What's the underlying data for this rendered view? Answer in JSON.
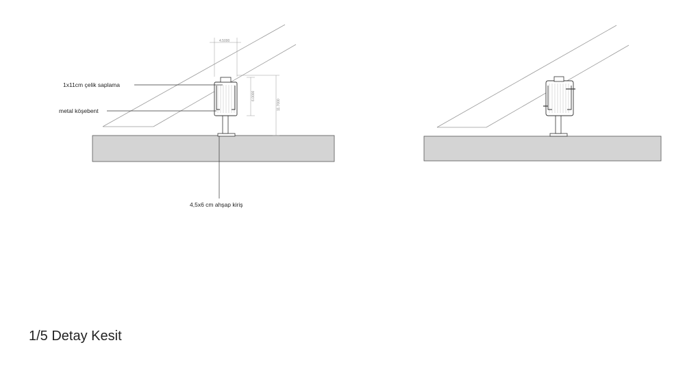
{
  "drawing_title": "1/5 Detay Kesit",
  "annotations": {
    "stud": "1x11cm çelik saplama",
    "bracket": "metal köşebent",
    "beam": "4,5x6 cm ahşap kiriş"
  },
  "dimensions": {
    "width": "4.5000",
    "inner_height": "6.0000",
    "total_height": "11.7000"
  },
  "colors": {
    "slab": "#d4d4d4",
    "line": "#333333",
    "guide": "#999999"
  }
}
